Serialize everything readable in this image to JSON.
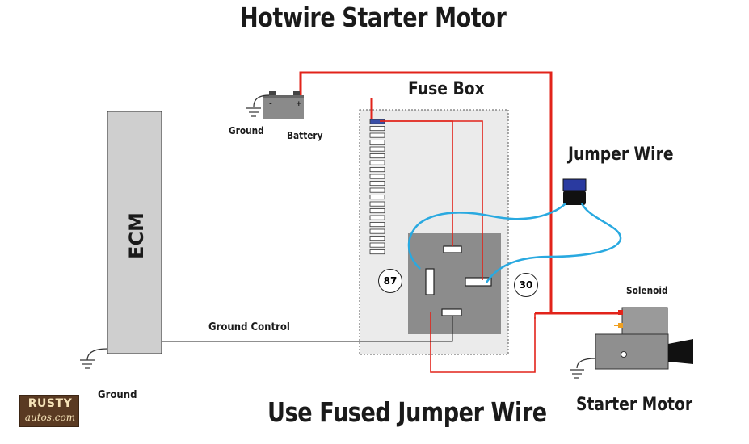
{
  "title": "Hotwire Starter Motor",
  "caption": "Use Fused Jumper Wire",
  "labels": {
    "fuse_box": "Fuse Box",
    "jumper_wire": "Jumper Wire",
    "ecm": "ECM",
    "ground_control": "Ground Control",
    "ground_battery": "Ground",
    "battery": "Battery",
    "ground_ecm": "Ground",
    "solenoid": "Solenoid",
    "starter_motor": "Starter Motor"
  },
  "relay_terminals": {
    "t87": "87",
    "t30": "30"
  },
  "logo": {
    "line1": "RUSTY",
    "line2": "autos.com"
  },
  "colors": {
    "power_wire": "#e2231a",
    "jumper_wire": "#29a9e0",
    "component_gray": "#9a9a9a",
    "relay_gray": "#8c8c8c",
    "fuse_blue": "#3a4fa8"
  },
  "icons": {
    "ground": "ground-symbol-icon",
    "battery": "battery-icon",
    "fuse": "fuse-icon"
  }
}
